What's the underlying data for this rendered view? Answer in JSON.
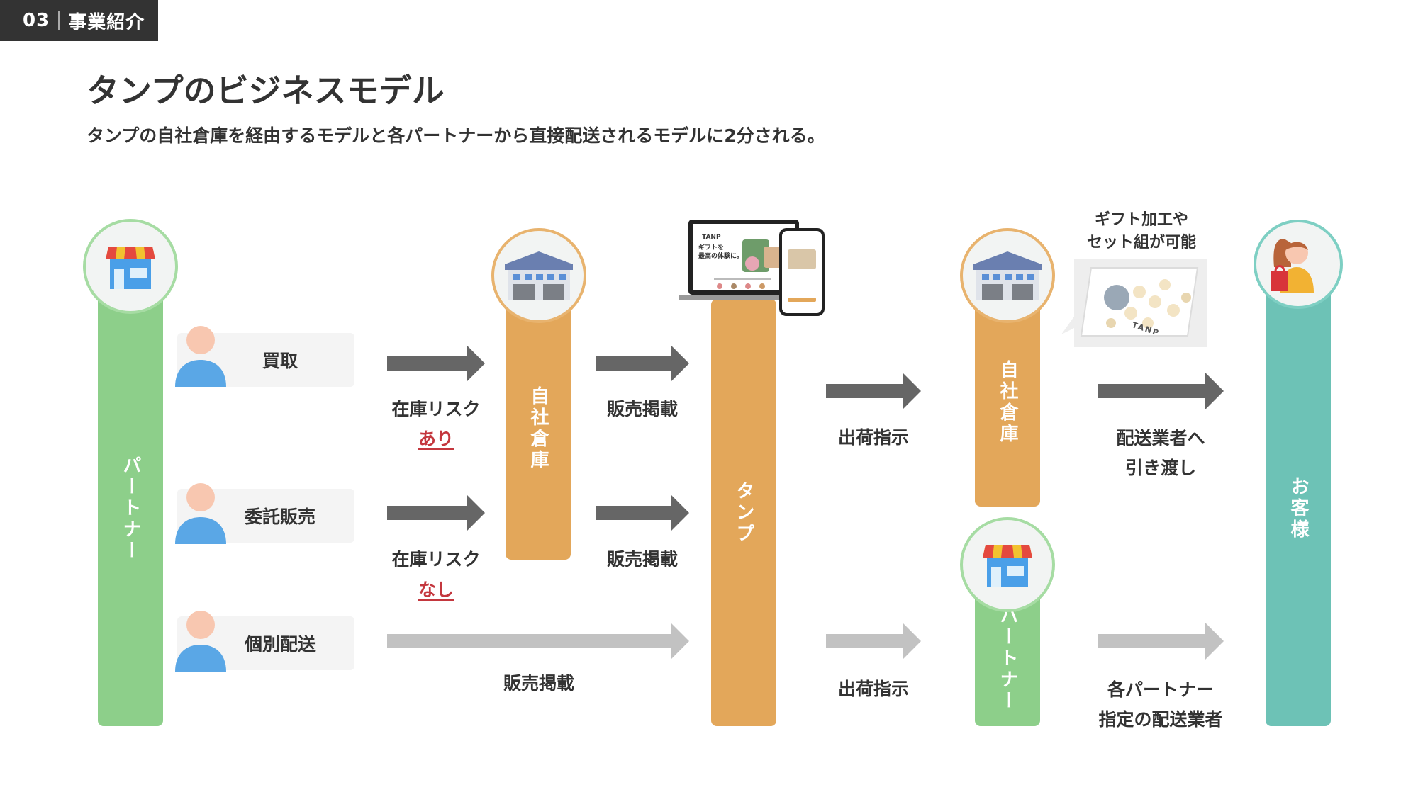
{
  "header": {
    "section_number": "03",
    "section_name": "事業紹介"
  },
  "title": "タンプのビジネスモデル",
  "subtitle": "タンプの自社倉庫を経由するモデルと各パートナーから直接配送されるモデルに2分される。",
  "columns": {
    "partner": "パートナー",
    "warehouse": "自社倉庫",
    "tanp": "タンプ",
    "warehouse2": "自社倉庫",
    "partner2": "パートナー",
    "customer": "お客様"
  },
  "rows": [
    {
      "chip": "買取",
      "risk_label": "在庫リスク",
      "risk_value": "あり",
      "listing": "販売掲載"
    },
    {
      "chip": "委託販売",
      "risk_label": "在庫リスク",
      "risk_value": "なし",
      "listing": "販売掲載"
    },
    {
      "chip": "個別配送",
      "listing": "販売掲載"
    }
  ],
  "right_flow": {
    "ship_instruction_1": "出荷指示",
    "ship_instruction_2": "出荷指示",
    "handover_line1": "配送業者へ",
    "handover_line2": "引き渡し",
    "direct_line1": "各パートナー",
    "direct_line2": "指定の配送業者",
    "gift_note_line1": "ギフト加工や",
    "gift_note_line2": "セット組が可能",
    "box_brand": "TANP"
  },
  "device_mock": {
    "headline": "ギフトを",
    "tagline": "最高の体験に。",
    "logo": "TANP"
  },
  "colors": {
    "partner_green": "#8dcf8a",
    "warehouse_orange": "#e3a75a",
    "customer_teal": "#6dc2b6",
    "arrow_dark": "#666666",
    "arrow_light": "#c2c2c2",
    "risk_red": "#c4373e",
    "person_head": "#f8c7b0",
    "person_body": "#5aa7e6"
  }
}
